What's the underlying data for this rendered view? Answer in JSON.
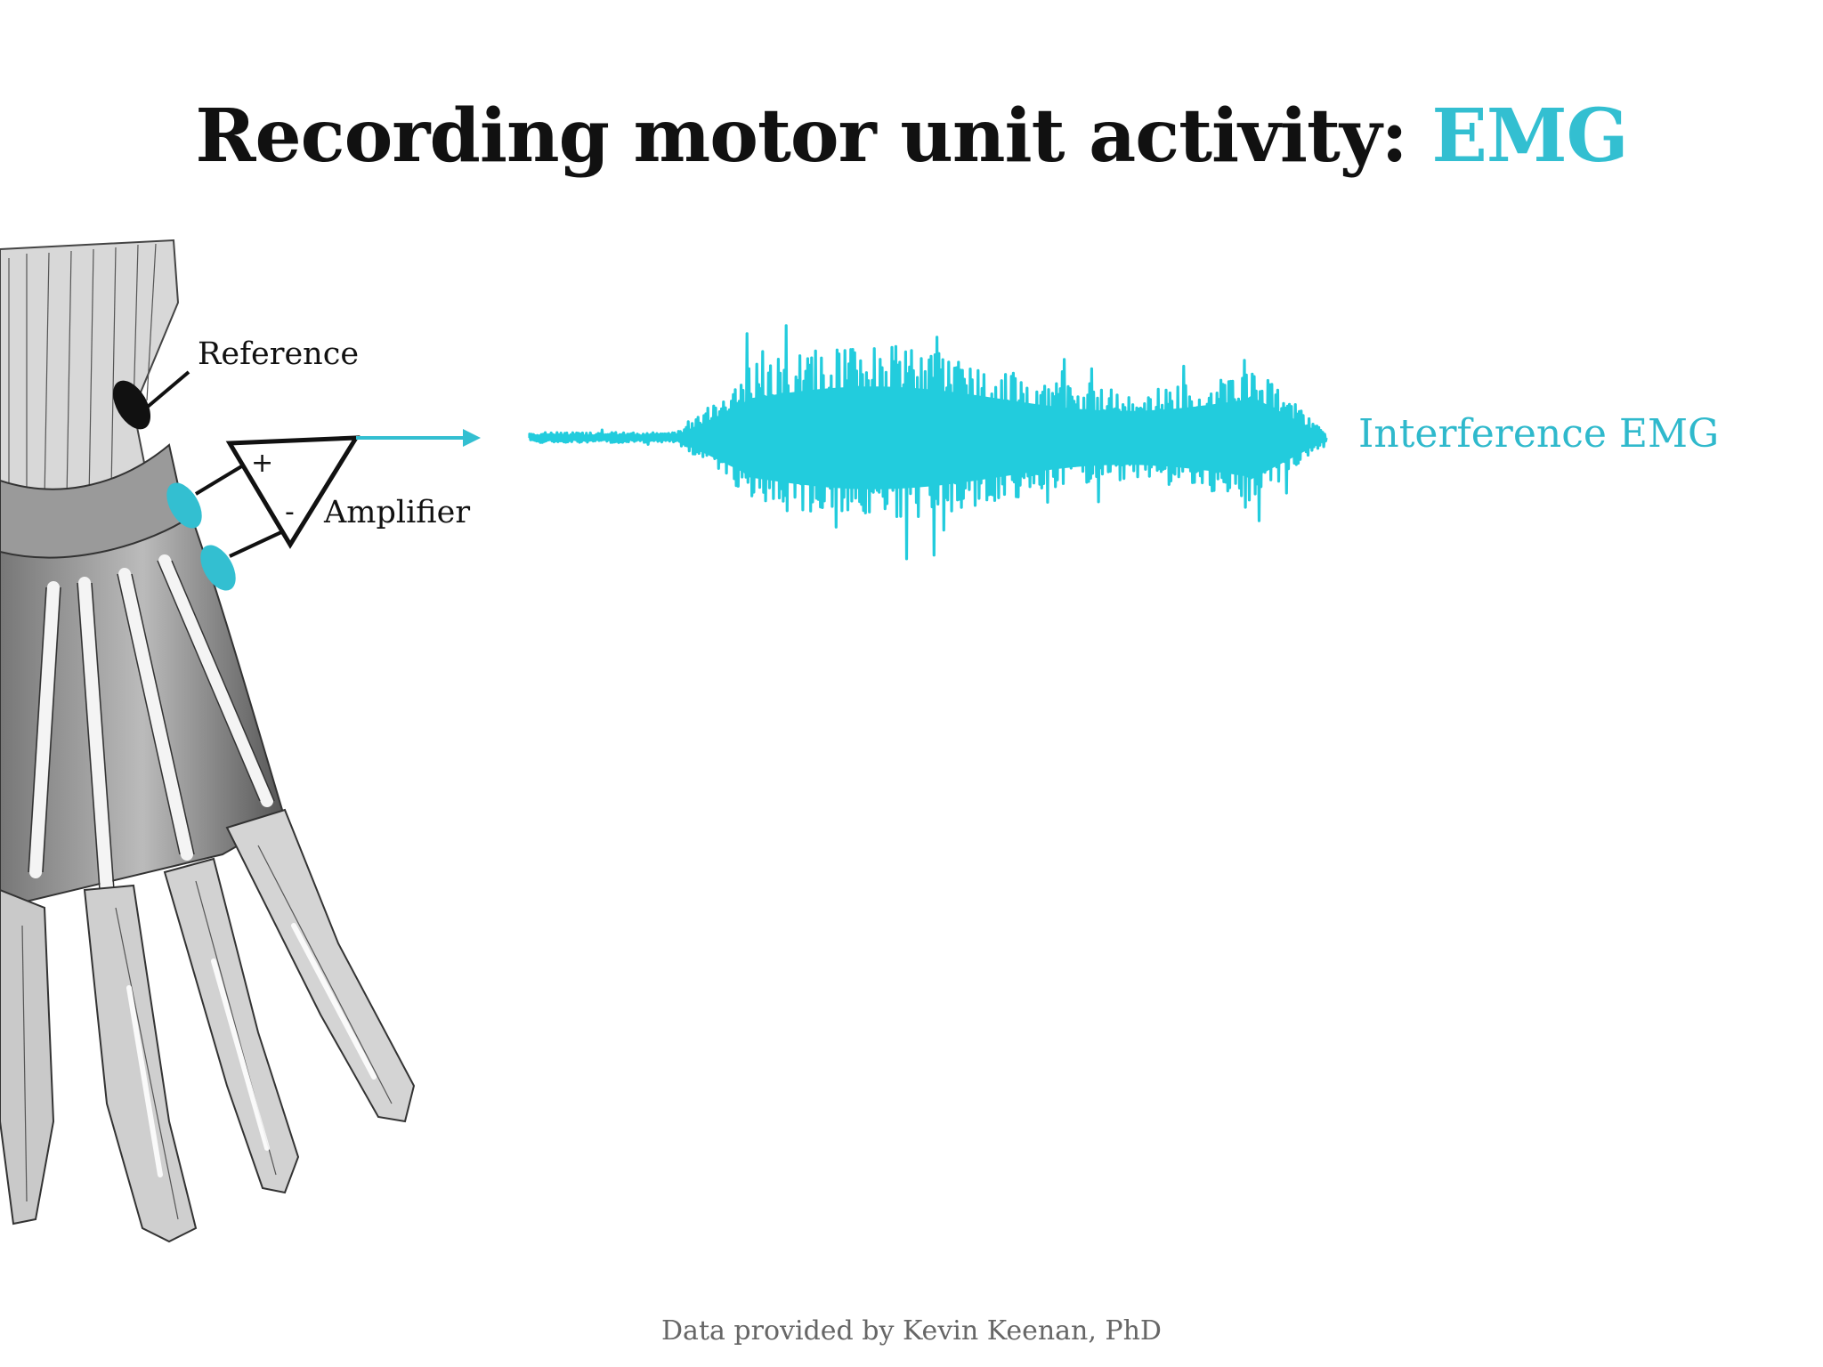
{
  "title": {
    "main": "Recording motor unit activity: ",
    "accent": "EMG"
  },
  "labels": {
    "reference": "Reference",
    "amplifier": "Amplifier",
    "plus": "+",
    "minus": "-",
    "output": "Interference EMG"
  },
  "footer": {
    "credit": "Data provided by Kevin Keenan, PhD"
  },
  "colors": {
    "accent": "#33bfd1",
    "signal": "#22ccdd",
    "electrode": "#33bfd1",
    "reference_electrode": "#111111"
  }
}
